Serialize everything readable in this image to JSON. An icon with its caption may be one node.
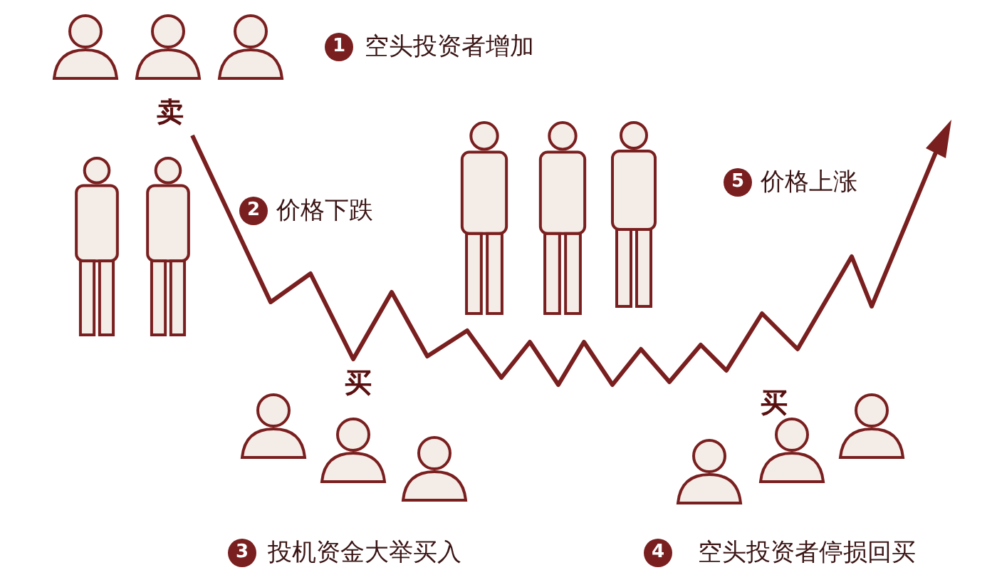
{
  "diagram": {
    "labels": [
      "1",
      "空头投资者增加",
      "卖",
      "2",
      "价格下跌",
      "5",
      "价格上涨",
      "买",
      "买",
      "3",
      "投机资金大举买入",
      "4",
      "空头投资者停损回买"
    ]
  }
}
